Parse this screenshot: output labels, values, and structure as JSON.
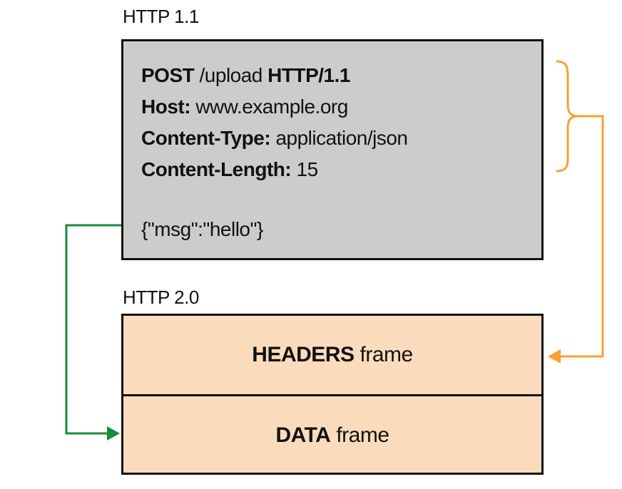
{
  "http11": {
    "label": "HTTP 1.1",
    "request_line": {
      "method": "POST",
      "path": "/upload",
      "version": "HTTP/1.1"
    },
    "headers": [
      {
        "name": "Host:",
        "value": "www.example.org"
      },
      {
        "name": "Content-Type:",
        "value": "application/json"
      },
      {
        "name": "Content-Length:",
        "value": "15"
      }
    ],
    "body": "{\"msg\":\"hello\"}"
  },
  "http20": {
    "label": "HTTP 2.0",
    "headers_frame": {
      "bold": "HEADERS",
      "rest": "frame"
    },
    "data_frame": {
      "bold": "DATA",
      "rest": "frame"
    }
  },
  "colors": {
    "http11_fill": "#cccccc",
    "http20_fill": "#fadcbc",
    "headers_arrow": "#f7a033",
    "body_arrow": "#1a8a3c"
  }
}
